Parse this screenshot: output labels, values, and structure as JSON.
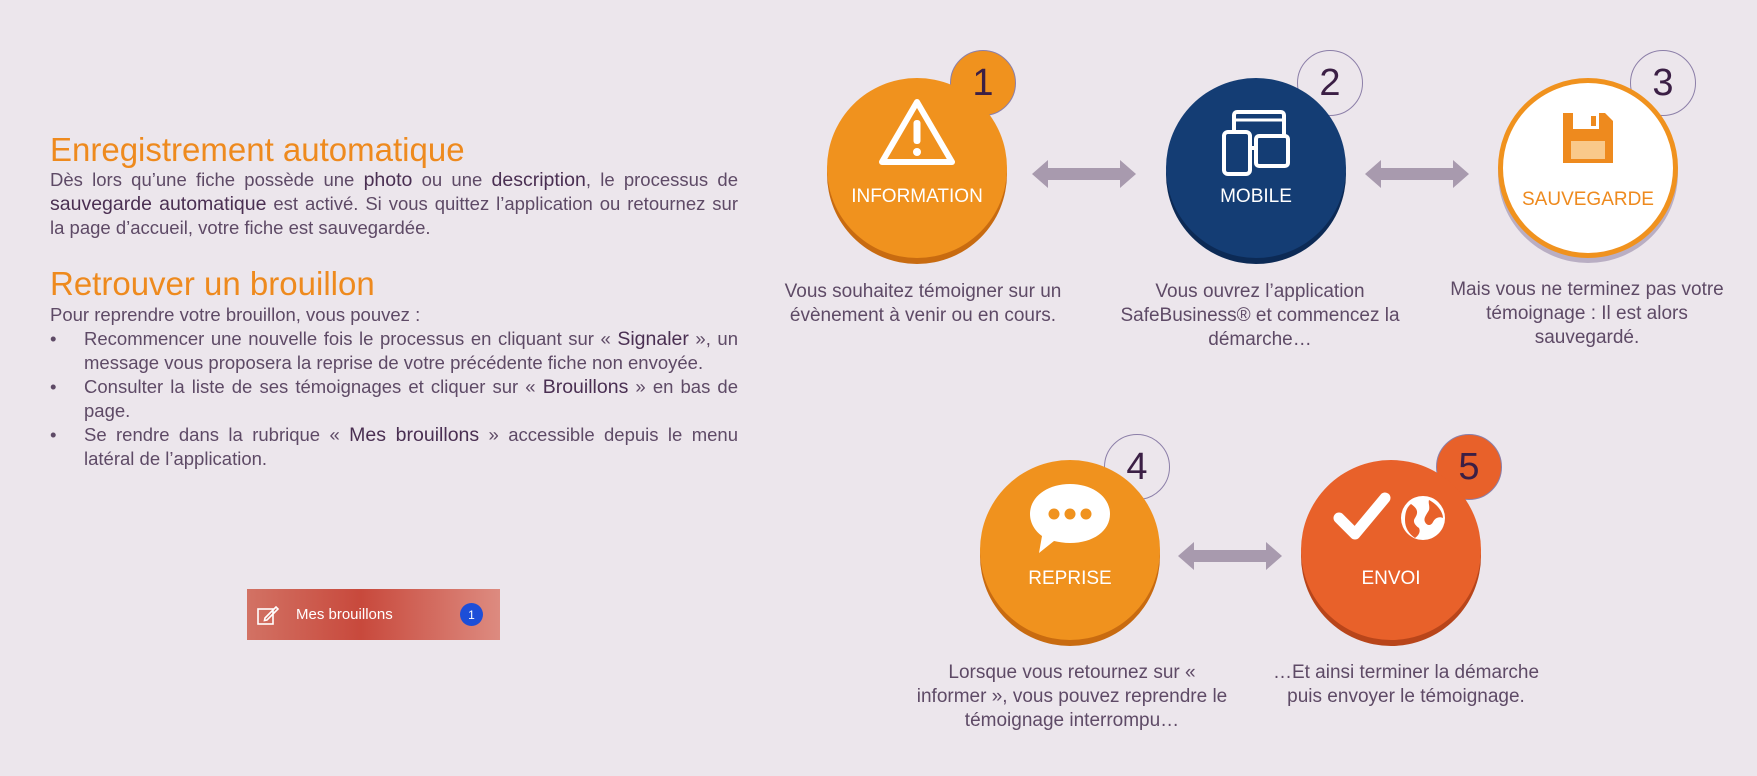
{
  "section1": {
    "title": "Enregistrement automatique",
    "text": [
      {
        "t": "Dès lors qu’une fiche possède une ",
        "b": false
      },
      {
        "t": "photo",
        "b": true
      },
      {
        "t": " ou une ",
        "b": false
      },
      {
        "t": "description",
        "b": true
      },
      {
        "t": ", le processus de ",
        "b": false
      },
      {
        "t": "sauvegarde automatique",
        "b": true
      },
      {
        "t": " est activé. Si vous quittez l’application ou retournez sur la page d’accueil, votre fiche est sauvegardée.",
        "b": false
      }
    ]
  },
  "section2": {
    "title": "Retrouver un brouillon",
    "intro": "Pour reprendre votre brouillon, vous pouvez :",
    "bullets": [
      [
        {
          "t": "Recommencer une nouvelle fois le processus en cliquant sur « ",
          "b": false
        },
        {
          "t": "Signaler",
          "b": true
        },
        {
          "t": " », un message vous proposera la reprise de votre précédente fiche non envoyée.",
          "b": false
        }
      ],
      [
        {
          "t": "Consulter la liste de ses témoignages et cliquer sur « ",
          "b": false
        },
        {
          "t": "Brouillons",
          "b": true
        },
        {
          "t": " » en bas de page.",
          "b": false
        }
      ],
      [
        {
          "t": "Se rendre dans la rubrique « ",
          "b": false
        },
        {
          "t": "Mes brouillons",
          "b": true
        },
        {
          "t": " » accessible depuis le menu latéral de l’application.",
          "b": false
        }
      ]
    ]
  },
  "draft_button": {
    "label": "Mes brouillons",
    "badge": "1"
  },
  "steps": [
    {
      "number": "1",
      "label": "INFORMATION",
      "desc": "Vous souhaitez témoigner sur un évènement à venir ou en cours.",
      "color": "#f0921e",
      "icon": "warning-icon"
    },
    {
      "number": "2",
      "label": "MOBILE",
      "desc": "Vous ouvrez l’application SafeBusiness® et commencez la démarche…",
      "color": "#143d74",
      "icon": "devices-icon"
    },
    {
      "number": "3",
      "label": "SAUVEGARDE",
      "desc": "Mais vous ne terminez pas votre témoignage : Il est alors sauvegardé.",
      "color": "#f0921e",
      "icon": "floppy-disk-icon"
    },
    {
      "number": "4",
      "label": "REPRISE",
      "desc": "Lorsque vous retournez sur « informer », vous pouvez reprendre le témoignage interrompu…",
      "color": "#f0921e",
      "icon": "chat-bubble-icon"
    },
    {
      "number": "5",
      "label": "ENVOI",
      "desc": "…Et ainsi terminer la démarche puis envoyer le témoignage.",
      "color": "#e8612a",
      "icon": "check-globe-icon"
    }
  ],
  "colors": {
    "accent": "#ee8a1e",
    "arrow": "#a89aae",
    "text": "#5e4a66"
  }
}
